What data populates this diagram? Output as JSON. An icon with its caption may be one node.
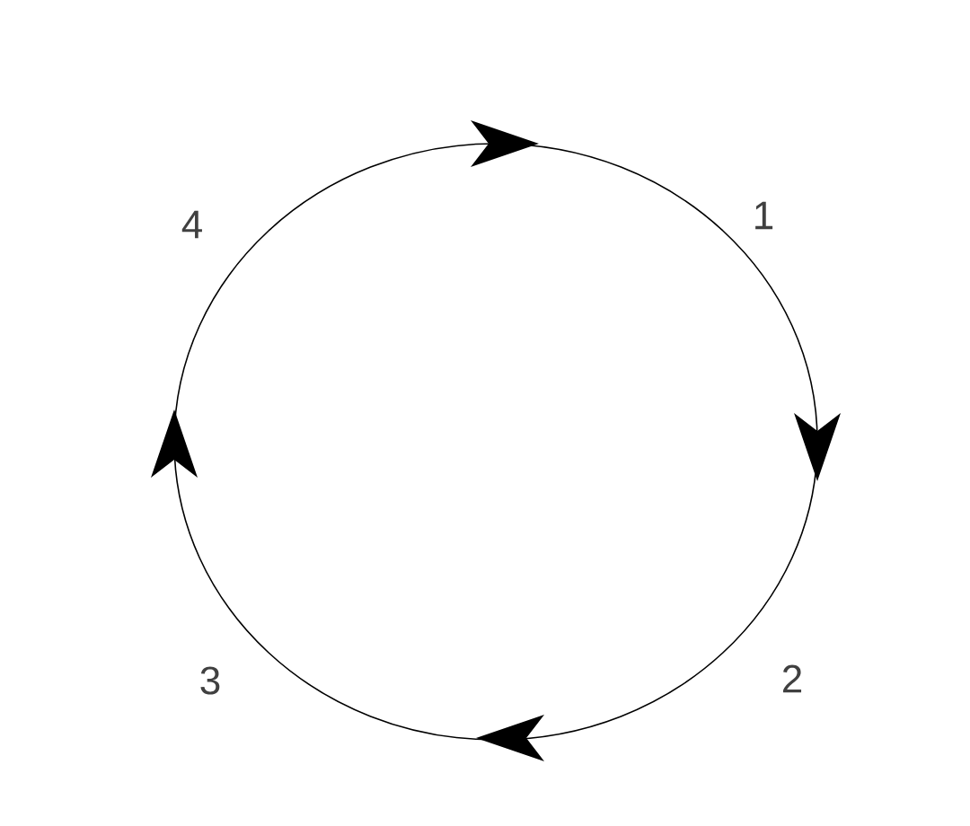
{
  "diagram": {
    "labels": [
      "4",
      "1",
      "3",
      "2"
    ]
  }
}
